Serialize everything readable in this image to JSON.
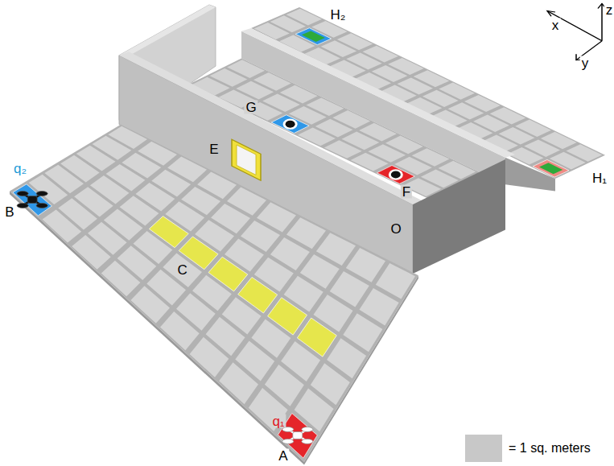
{
  "diagram": {
    "labels": [
      "H₂",
      "x",
      "y",
      "z",
      "G",
      "E",
      "q₂",
      "B",
      "F",
      "H₁",
      "C",
      "O",
      "q₁",
      "A"
    ],
    "legend": [
      {
        "text": "= 1 sq. meters",
        "color": "#c8c8c8"
      }
    ]
  }
}
